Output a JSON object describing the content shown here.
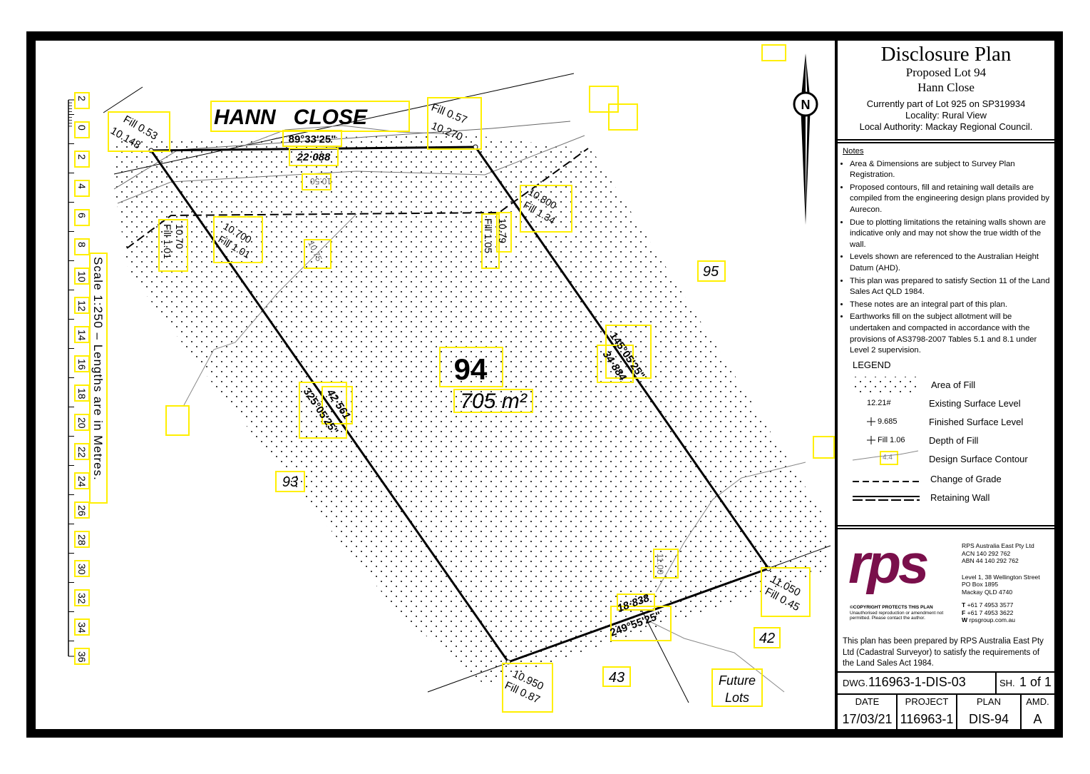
{
  "title_block": {
    "title": "Disclosure Plan",
    "subtitle": "Proposed Lot 94",
    "street": "Hann Close",
    "currently_part": "Currently part of Lot 925 on SP319934",
    "locality": "Locality: Rural View",
    "authority": "Local Authority: Mackay Regional Council."
  },
  "notes": {
    "heading": "Notes",
    "items": [
      "Area & Dimensions are subject to Survey Plan Registration.",
      "Proposed contours, fill and retaining wall details are compiled from the engineering design plans provided by Aurecon.",
      "Due to plotting limitations the retaining walls shown are indicative only and may not show the true width of the wall.",
      "Levels shown are referenced to the Australian Height Datum (AHD).",
      "This plan was prepared to satisfy Section 11 of the Land Sales Act QLD 1984.",
      "These notes are an integral part of this plan.",
      "Earthworks fill on the subject allotment will be undertaken and compacted in accordance with the provisions of AS3798-2007 Tables 5.1 and 8.1 under Level 2 supervision."
    ]
  },
  "legend": {
    "heading": "LEGEND",
    "area_of_fill": "Area of Fill",
    "existing_sample": "12.21#",
    "existing_label": "Existing Surface Level",
    "finished_sample": "9.685",
    "finished_label": "Finished Surface Level",
    "depth_sample": "Fill 1.06",
    "depth_label": "Depth of Fill",
    "contour_sample": "4.4",
    "contour_label": "Design Surface Contour",
    "grade_label": "Change of Grade",
    "wall_label": "Retaining Wall"
  },
  "company": {
    "logo_text": "rps",
    "name": "RPS Australia East Pty Ltd",
    "acn": "ACN 140 292 762",
    "abn": "ABN 44 140 292 762",
    "address1": "Level 1, 38 Wellington Street",
    "address2": "PO Box 1895",
    "address3": "Mackay QLD 4740",
    "phone": "+61 7 4953 3577",
    "fax": "+61 7 4953 3622",
    "web": "rpsgroup.com.au",
    "copyright": "©COPYRIGHT PROTECTS THIS PLAN",
    "copyright_note": "Unauthorised reproduction or amendment not permitted. Please contact the author.",
    "statement": "This plan has been prepared by RPS Australia East Pty Ltd (Cadastral Surveyor) to satisfy the requirements of the Land Sales Act 1984."
  },
  "drawing_info": {
    "dwg_label": "DWG.",
    "dwg": "116963-1-DIS-03",
    "sheet_label": "SH.",
    "sheet": "1 of 1",
    "headers": [
      "DATE",
      "PROJECT",
      "PLAN",
      "AMD."
    ],
    "values": [
      "17/03/21",
      "116963-1",
      "DIS-94",
      "A"
    ]
  },
  "plan": {
    "street_name": "HANN   CLOSE",
    "lot_number": "94",
    "area": "705 m²",
    "scale_text": "Scale 1:250 – Lengths are in Metres.",
    "scale_ticks": [
      "2",
      "0",
      "2",
      "4",
      "6",
      "8",
      "10",
      "12",
      "14",
      "16",
      "18",
      "20",
      "22",
      "24",
      "26",
      "28",
      "30",
      "32",
      "34",
      "36"
    ],
    "north": "N",
    "dimensions": {
      "top_bearing": "89°33'25\"",
      "top_distance": "22·088",
      "right_bearing": "145°05'25\"",
      "right_distance": "34·884",
      "left_bearing": "325°05'25\"",
      "left_distance": "42·561",
      "bottom_bearing": "249°55'25\"",
      "bottom_distance": "18·838"
    },
    "corner_levels": {
      "top_left_level": "10.148",
      "top_left_fill": "Fill 0.53",
      "top_right_level": "10.270",
      "top_right_fill": "Fill 0.57",
      "bottom_right_level": "11.050",
      "bottom_right_fill": "Fill 0.45",
      "bottom_left_level": "10.950",
      "bottom_left_fill": "Fill 0.87"
    },
    "wall_levels": {
      "left1_level": "10.70",
      "left1_fill": "Fill 1.01",
      "left2_level": "10.700",
      "left2_fill": "Fill 1.01",
      "right1_level": "10.79",
      "right1_fill": "Fill 1.05",
      "right2_level": "10.800",
      "right2_fill": "Fill 1.34"
    },
    "contours": [
      "10.50",
      "10.75",
      "11.00"
    ],
    "neighbours": {
      "lot95": "95",
      "lot93": "93",
      "lot43": "43",
      "lot42": "42",
      "future1": "Future",
      "future2": "Lots"
    }
  }
}
